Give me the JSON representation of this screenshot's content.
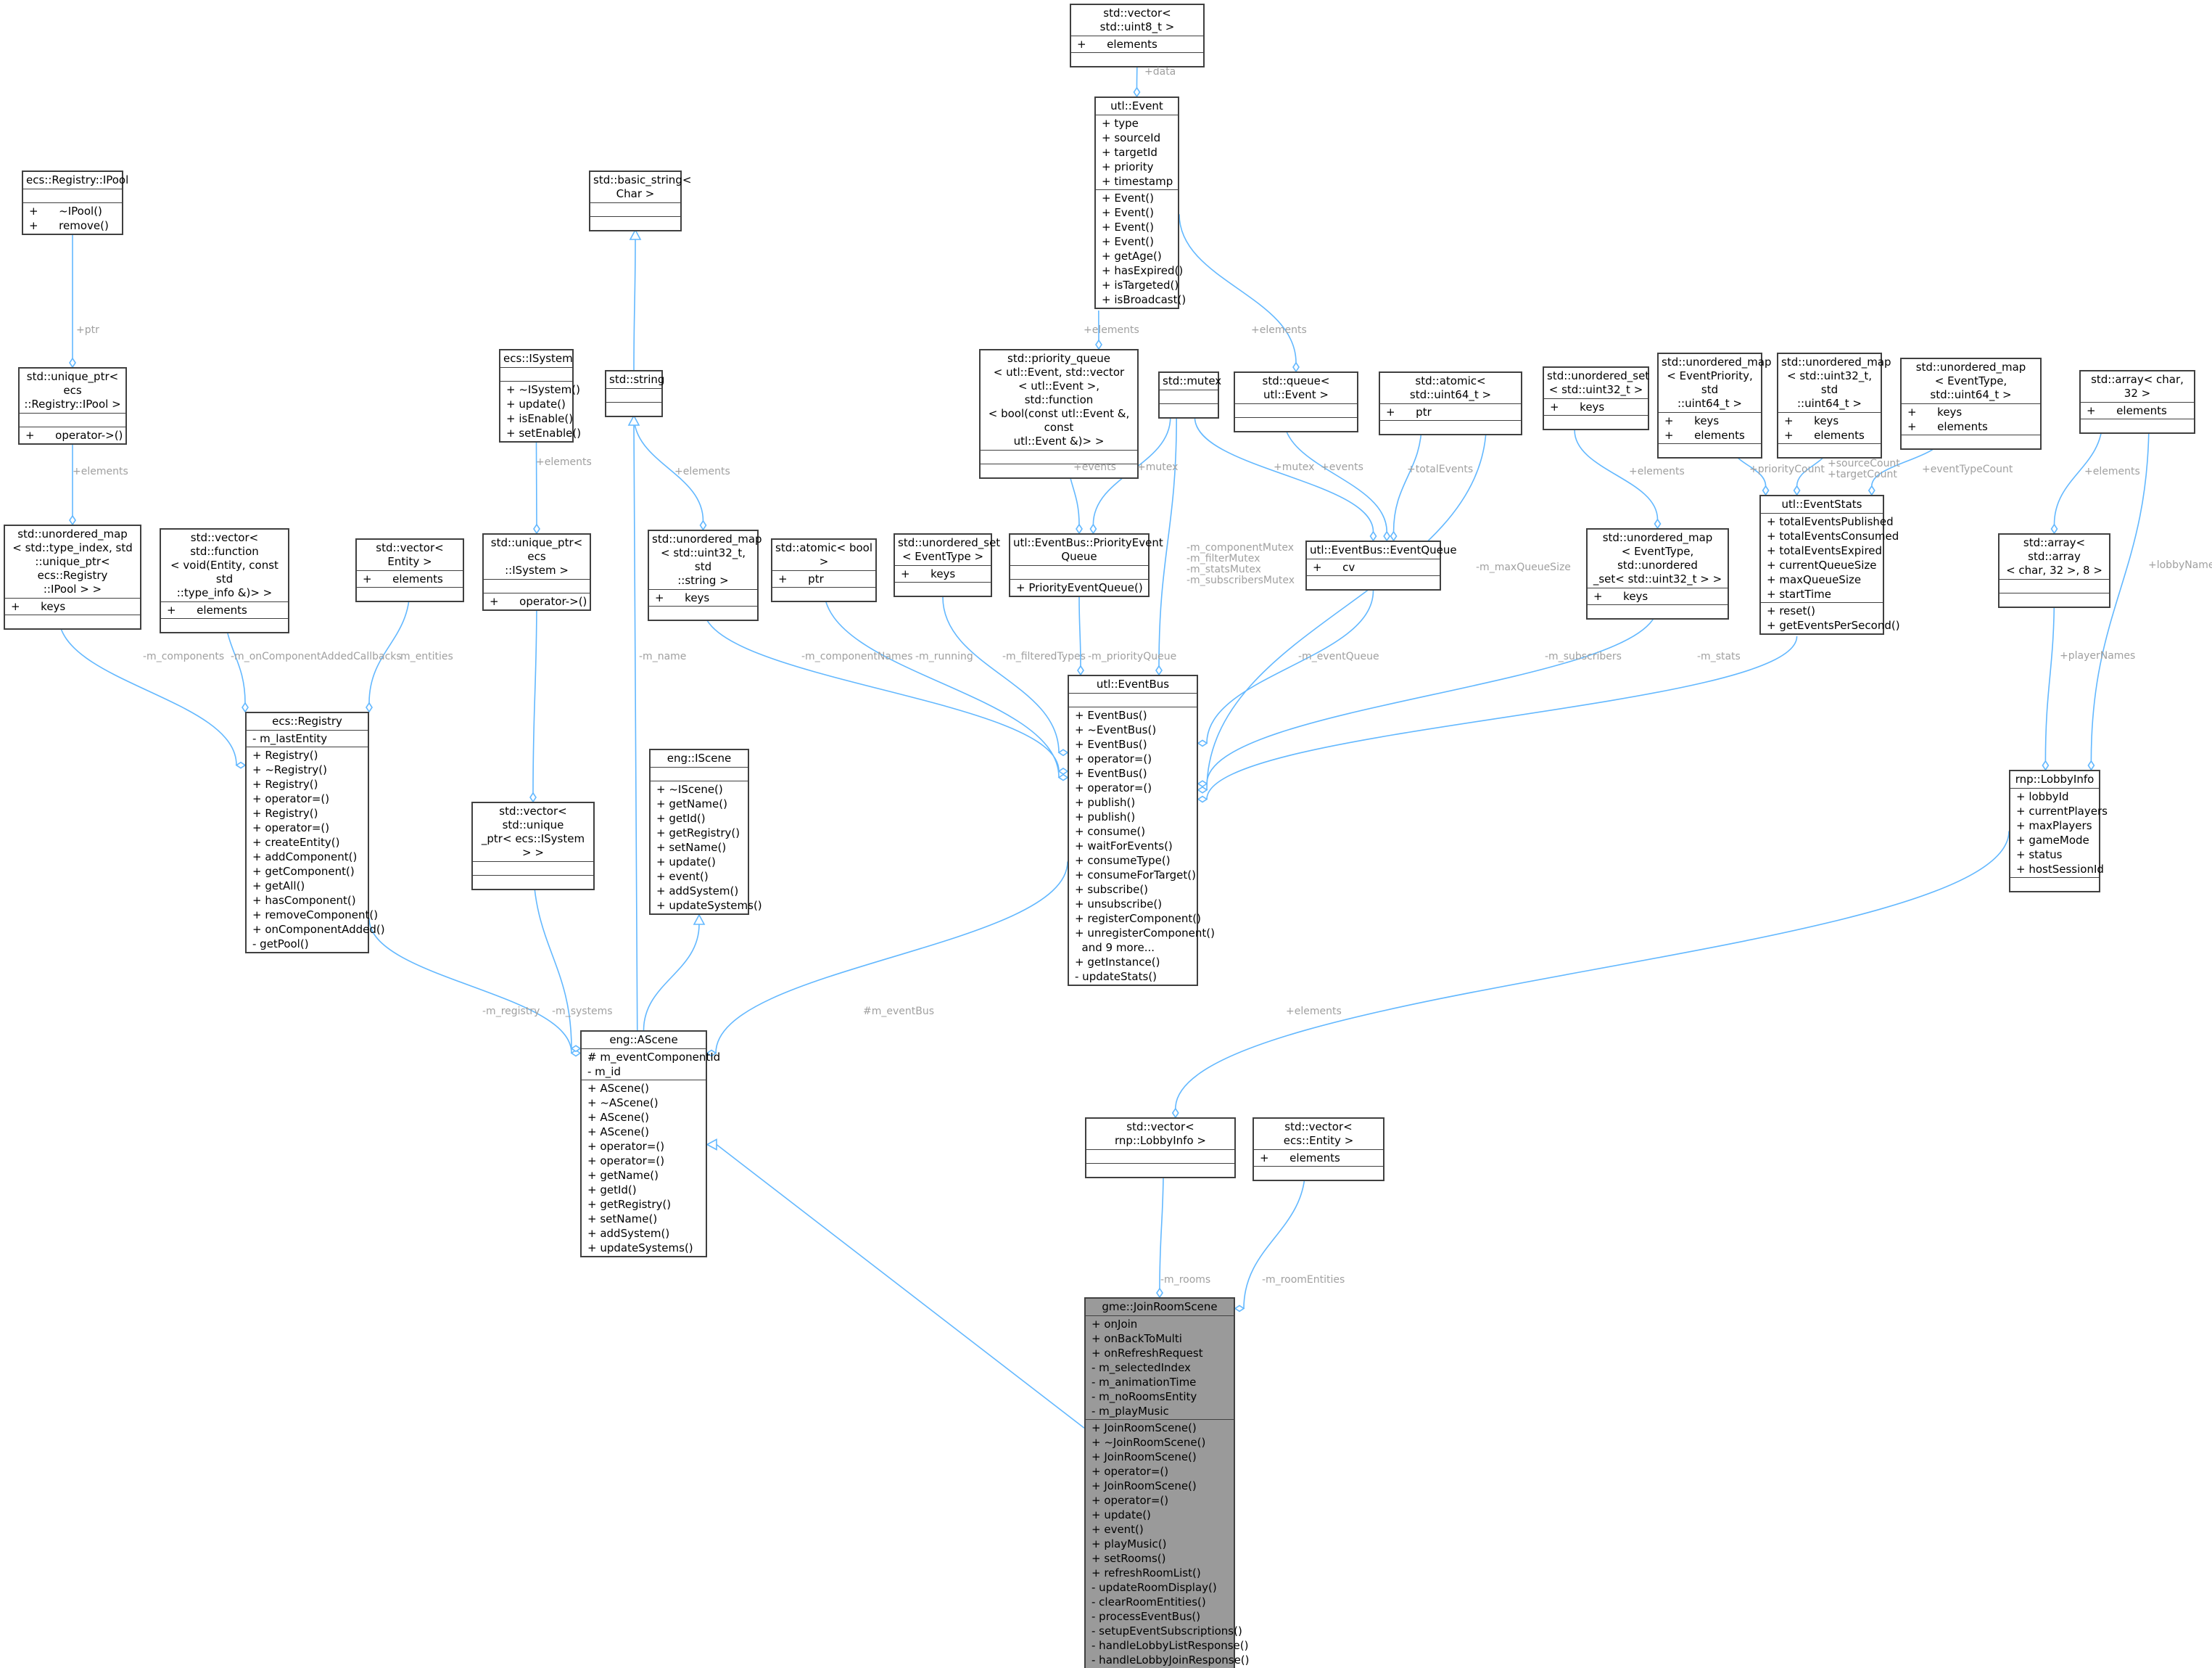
{
  "diagram": {
    "nodes": [
      {
        "id": "vec_uint8",
        "title": "std::vector< std::uint8_t >",
        "attrs": [
          "+ \t elements"
        ],
        "methods": []
      },
      {
        "id": "event",
        "title": "utl::Event",
        "attrs": [
          "+ type",
          "+ sourceId",
          "+ targetId",
          "+ priority",
          "+ timestamp"
        ],
        "methods": [
          "+ Event()",
          "+ Event()",
          "+ Event()",
          "+ Event()",
          "+ getAge()",
          "+ hasExpired()",
          "+ isTargeted()",
          "+ isBroadcast()"
        ]
      },
      {
        "id": "ipool",
        "title": "ecs::Registry::IPool",
        "attrs": [],
        "methods": [
          "+ \t ~IPool()",
          "+ \t remove()"
        ]
      },
      {
        "id": "basic_string",
        "title": "std::basic_string<\nChar >",
        "attrs": [],
        "methods": []
      },
      {
        "id": "up_ipool",
        "title": "std::unique_ptr< ecs\n::Registry::IPool >",
        "attrs": [],
        "methods": [
          "+ \t operator->()"
        ]
      },
      {
        "id": "isystem",
        "title": "ecs::ISystem",
        "attrs": [],
        "methods": [
          "+ ~ISystem()",
          "+ update()",
          "+ isEnable()",
          "+ setEnable()"
        ]
      },
      {
        "id": "string",
        "title": "std::string",
        "attrs": [],
        "methods": []
      },
      {
        "id": "pq",
        "title": "std::priority_queue\n< utl::Event, std::vector\n< utl::Event >, std::function\n< bool(const utl::Event &, const\n utl::Event &)> >",
        "attrs": [],
        "methods": []
      },
      {
        "id": "mutex",
        "title": "std::mutex",
        "attrs": [],
        "methods": []
      },
      {
        "id": "queue_event",
        "title": "std::queue< utl::Event >",
        "attrs": [],
        "methods": []
      },
      {
        "id": "atomic_u64",
        "title": "std::atomic< std::uint64_t >",
        "attrs": [
          "+ \t ptr"
        ],
        "methods": []
      },
      {
        "id": "uset_u32",
        "title": "std::unordered_set\n< std::uint32_t >",
        "attrs": [
          "+ \t keys"
        ],
        "methods": []
      },
      {
        "id": "umap_prio",
        "title": "std::unordered_map\n< EventPriority, std\n::uint64_t >",
        "attrs": [
          "+ \t keys",
          "+ \t elements"
        ],
        "methods": []
      },
      {
        "id": "umap_u32",
        "title": "std::unordered_map\n< std::uint32_t, std\n::uint64_t >",
        "attrs": [
          "+ \t keys",
          "+ \t elements"
        ],
        "methods": []
      },
      {
        "id": "umap_type",
        "title": "std::unordered_map\n< EventType, std::uint64_t >",
        "attrs": [
          "+ \t keys",
          "+ \t elements"
        ],
        "methods": []
      },
      {
        "id": "array_char",
        "title": "std::array< char, 32 >",
        "attrs": [
          "+ \t elements"
        ],
        "methods": []
      },
      {
        "id": "umap_typeindex",
        "title": "std::unordered_map\n< std::type_index, std\n::unique_ptr< ecs::Registry\n::IPool > >",
        "attrs": [
          "+ \t keys"
        ],
        "methods": []
      },
      {
        "id": "vec_func",
        "title": "std::vector< std::function\n< void(Entity, const std\n::type_info &)> >",
        "attrs": [
          "+ \t elements"
        ],
        "methods": []
      },
      {
        "id": "vec_entity",
        "title": "std::vector< Entity >",
        "attrs": [
          "+ \t elements"
        ],
        "methods": []
      },
      {
        "id": "up_isystem",
        "title": "std::unique_ptr< ecs\n::ISystem >",
        "attrs": [],
        "methods": [
          "+ \t operator->()"
        ]
      },
      {
        "id": "umap_string",
        "title": "std::unordered_map\n< std::uint32_t, std\n::string >",
        "attrs": [
          "+ \t keys"
        ],
        "methods": []
      },
      {
        "id": "atomic_bool",
        "title": "std::atomic< bool >",
        "attrs": [
          "+ \t ptr"
        ],
        "methods": []
      },
      {
        "id": "uset_type",
        "title": "std::unordered_set\n< EventType >",
        "attrs": [
          "+ \t keys"
        ],
        "methods": []
      },
      {
        "id": "peq",
        "title": "utl::EventBus::PriorityEvent\nQueue",
        "attrs": [],
        "methods": [
          "+ PriorityEventQueue()"
        ]
      },
      {
        "id": "eq",
        "title": "utl::EventBus::EventQueue",
        "attrs": [
          "+ \t cv"
        ],
        "methods": []
      },
      {
        "id": "umap_uset",
        "title": "std::unordered_map\n< EventType, std::unordered\n_set< std::uint32_t > >",
        "attrs": [
          "+ \t keys"
        ],
        "methods": []
      },
      {
        "id": "stats",
        "title": "utl::EventStats",
        "attrs": [
          "+ totalEventsPublished",
          "+ totalEventsConsumed",
          "+ totalEventsExpired",
          "+ currentQueueSize",
          "+ maxQueueSize",
          "+ startTime"
        ],
        "methods": [
          "+ reset()",
          "+ getEventsPerSecond()"
        ]
      },
      {
        "id": "array_array",
        "title": "std::array< std::array\n< char, 32 >, 8 >",
        "attrs": [],
        "methods": []
      },
      {
        "id": "registry",
        "title": "ecs::Registry",
        "attrs": [
          "- m_lastEntity"
        ],
        "methods": [
          "+ Registry()",
          "+ ~Registry()",
          "+ Registry()",
          "+ operator=()",
          "+ Registry()",
          "+ operator=()",
          "+ createEntity()",
          "+ addComponent()",
          "+ getComponent()",
          "+ getAll()",
          "+ hasComponent()",
          "+ removeComponent()",
          "+ onComponentAdded()",
          "- getPool()"
        ]
      },
      {
        "id": "iscene",
        "title": "eng::IScene",
        "attrs": [],
        "methods": [
          "+ ~IScene()",
          "+ getName()",
          "+ getId()",
          "+ getRegistry()",
          "+ setName()",
          "+ update()",
          "+ event()",
          "+ addSystem()",
          "+ updateSystems()"
        ]
      },
      {
        "id": "vec_up_isystem",
        "title": "std::vector< std::unique\n_ptr< ecs::ISystem > >",
        "attrs": [],
        "methods": []
      },
      {
        "id": "eventbus",
        "title": "utl::EventBus",
        "attrs": [],
        "methods": [
          "+ EventBus()",
          "+ ~EventBus()",
          "+ EventBus()",
          "+ operator=()",
          "+ EventBus()",
          "+ operator=()",
          "+ publish()",
          "+ publish()",
          "+ consume()",
          "+ waitForEvents()",
          "+ consumeType()",
          "+ consumeForTarget()",
          "+ subscribe()",
          "+ unsubscribe()",
          "+ registerComponent()",
          "+ unregisterComponent()",
          "  and 9 more...",
          "+ getInstance()",
          "- updateStats()"
        ]
      },
      {
        "id": "lobbyinfo",
        "title": "rnp::LobbyInfo",
        "attrs": [
          "+ lobbyId",
          "+ currentPlayers",
          "+ maxPlayers",
          "+ gameMode",
          "+ status",
          "+ hostSessionId"
        ],
        "methods": []
      },
      {
        "id": "ascene",
        "title": "eng::AScene",
        "attrs": [
          "# m_eventComponentId",
          "- m_id"
        ],
        "methods": [
          "+ AScene()",
          "+ ~AScene()",
          "+ AScene()",
          "+ AScene()",
          "+ operator=()",
          "+ operator=()",
          "+ getName()",
          "+ getId()",
          "+ getRegistry()",
          "+ setName()",
          "+ addSystem()",
          "+ updateSystems()"
        ]
      },
      {
        "id": "vec_lobby",
        "title": "std::vector< rnp::LobbyInfo >",
        "attrs": [],
        "methods": []
      },
      {
        "id": "vec_ecs_entity",
        "title": "std::vector< ecs::Entity >",
        "attrs": [
          "+ \t elements"
        ],
        "methods": []
      },
      {
        "id": "joinroom",
        "title": "gme::JoinRoomScene",
        "attrs": [
          "+ onJoin",
          "+ onBackToMulti",
          "+ onRefreshRequest",
          "- m_selectedIndex",
          "- m_animationTime",
          "- m_noRoomsEntity",
          "- m_playMusic"
        ],
        "methods": [
          "+ JoinRoomScene()",
          "+ ~JoinRoomScene()",
          "+ JoinRoomScene()",
          "+ operator=()",
          "+ JoinRoomScene()",
          "+ operator=()",
          "+ update()",
          "+ event()",
          "+ playMusic()",
          "+ setRooms()",
          "+ refreshRoomList()",
          "- updateRoomDisplay()",
          "- clearRoomEntities()",
          "- processEventBus()",
          "- setupEventSubscriptions()",
          "- handleLobbyListResponse()",
          "- handleLobbyJoinResponse()"
        ]
      }
    ],
    "edge_labels": {
      "data": "+data",
      "elements": "+elements",
      "ptr": "+ptr",
      "events": "+events",
      "mutex": "+mutex",
      "totalEvents": "+totalEvents",
      "priorityCount": "+priorityCount",
      "sourceTarget": "+sourceCount\n+targetCount",
      "eventTypeCount": "+eventTypeCount",
      "lobbyName": "+lobbyName",
      "playerNames": "+playerNames",
      "m_components": "-m_components",
      "m_onComponentAddedCallbacks": "-m_onComponentAddedCallbacks",
      "m_entities": "-m_entities",
      "m_name": "-m_name",
      "m_componentNames": "-m_componentNames",
      "m_running": "-m_running",
      "m_filteredTypes": "-m_filteredTypes",
      "m_priorityQueue": "-m_priorityQueue",
      "mutexes": "-m_componentMutex\n-m_filterMutex\n-m_statsMutex\n-m_subscribersMutex",
      "m_eventQueue": "-m_eventQueue",
      "m_maxQueueSize": "-m_maxQueueSize",
      "m_subscribers": "-m_subscribers",
      "m_stats": "-m_stats",
      "m_registry": "-m_registry",
      "m_systems": "-m_systems",
      "m_eventBus": "#m_eventBus",
      "m_rooms": "-m_rooms",
      "m_roomEntities": "-m_roomEntities"
    }
  }
}
